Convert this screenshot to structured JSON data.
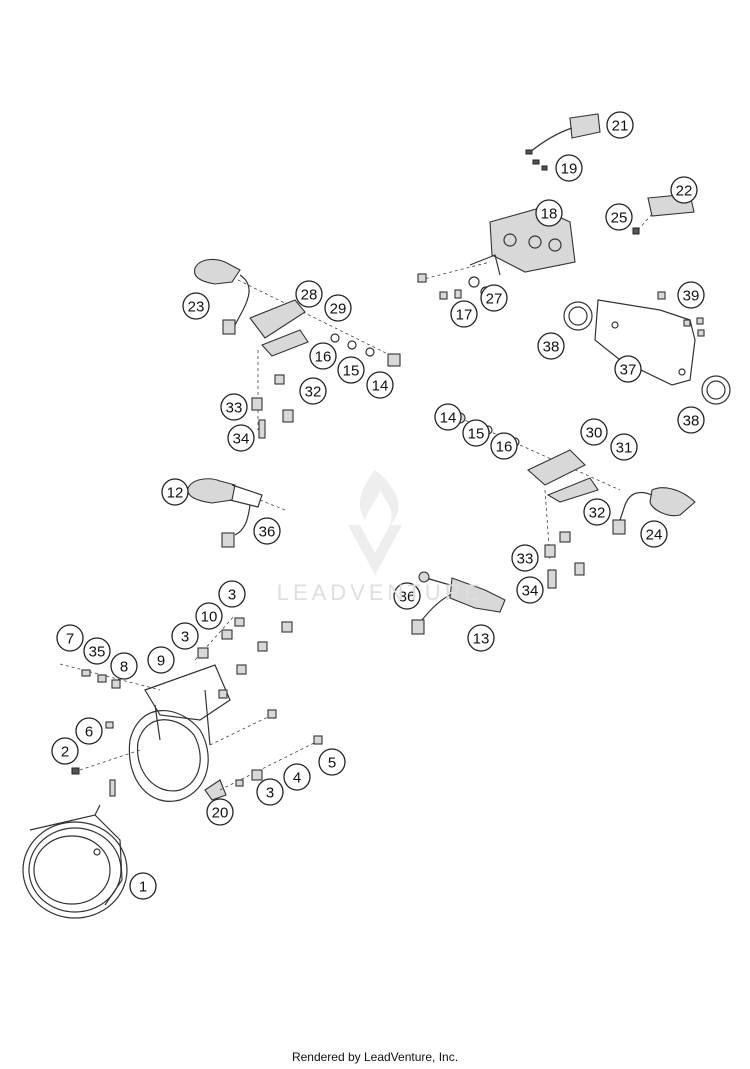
{
  "diagram": {
    "callouts": [
      "21",
      "19",
      "18",
      "22",
      "25",
      "27",
      "17",
      "39",
      "38",
      "37",
      "38",
      "28",
      "29",
      "23",
      "16",
      "15",
      "14",
      "32",
      "33",
      "34",
      "14",
      "15",
      "16",
      "30",
      "31",
      "32",
      "24",
      "12",
      "36",
      "33",
      "34",
      "36",
      "13",
      "3",
      "10",
      "3",
      "9",
      "7",
      "35",
      "8",
      "6",
      "2",
      "5",
      "4",
      "3",
      "20",
      "1"
    ]
  },
  "watermark": {
    "text": "LEADVENTURE"
  },
  "footer": {
    "text": "Rendered by LeadVenture, Inc."
  }
}
